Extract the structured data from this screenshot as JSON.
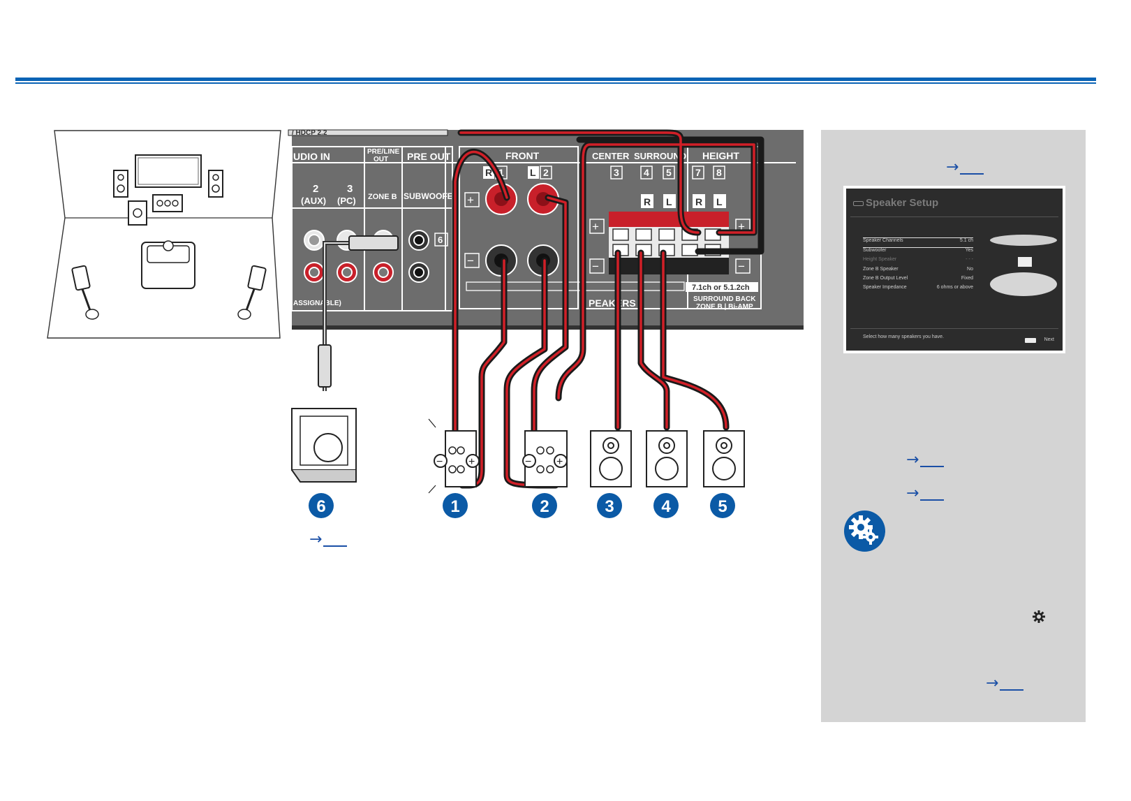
{
  "colors": {
    "accent": "#0a63b5",
    "badge": "#0b5aa6",
    "panel": "#6d6d6d",
    "wire_red": "#d11f27",
    "wire_black": "#1a1a1a",
    "sidebar": "#d4d4d4"
  },
  "panel_labels": {
    "hdcp": "/ HDCP 2.2",
    "audio_in": "UDIO IN",
    "in_2": "2",
    "in_2_sub": "(AUX)",
    "in_3": "3",
    "in_3_sub": "(PC)",
    "preline_out_1": "PRE/LINE",
    "preline_out_2": "OUT",
    "zone_b": "ZONE B",
    "pre_out": "PRE OUT",
    "subwoofer": "SUBWOOFE",
    "sub_num": "6",
    "assignable": "ASSIGNABLE)",
    "front": "FRONT",
    "front_r": "R",
    "front_r_num": "1",
    "front_l": "L",
    "front_l_num": "2",
    "center": "CENTER",
    "center_num": "3",
    "surround": "SURROUND",
    "surr_num_4": "4",
    "surr_num_5": "5",
    "height": "HEIGHT",
    "height_num_7": "7",
    "height_num_8": "8",
    "surr_r": "R",
    "surr_l": "L",
    "height_r": "R",
    "height_l": "L",
    "plus": "+",
    "minus": "−",
    "speaker": "PEAKERS",
    "bottom_5": "5",
    "ch_label": "7.1ch or 5.1.2ch",
    "sb_1": "SURROUND BACK",
    "sb_2": "ZONE B | Bi-AMP"
  },
  "badges": [
    "6",
    "1",
    "2",
    "3",
    "4",
    "5"
  ],
  "speaker_setup": {
    "title": "Speaker Setup",
    "rows": [
      {
        "label": "Speaker Channels",
        "value": "5.1 ch"
      },
      {
        "label": "Subwoofer",
        "value": "Yes"
      },
      {
        "label": "Height Speaker",
        "value": "- - -"
      },
      {
        "label": "Zone B Speaker",
        "value": "No"
      },
      {
        "label": "Zone B Output Level",
        "value": "Fixed"
      },
      {
        "label": "Speaker Impedance",
        "value": "6 ohms or above"
      }
    ],
    "footer": "Select how many speakers you have.",
    "next": "Next"
  },
  "arrow": "→"
}
